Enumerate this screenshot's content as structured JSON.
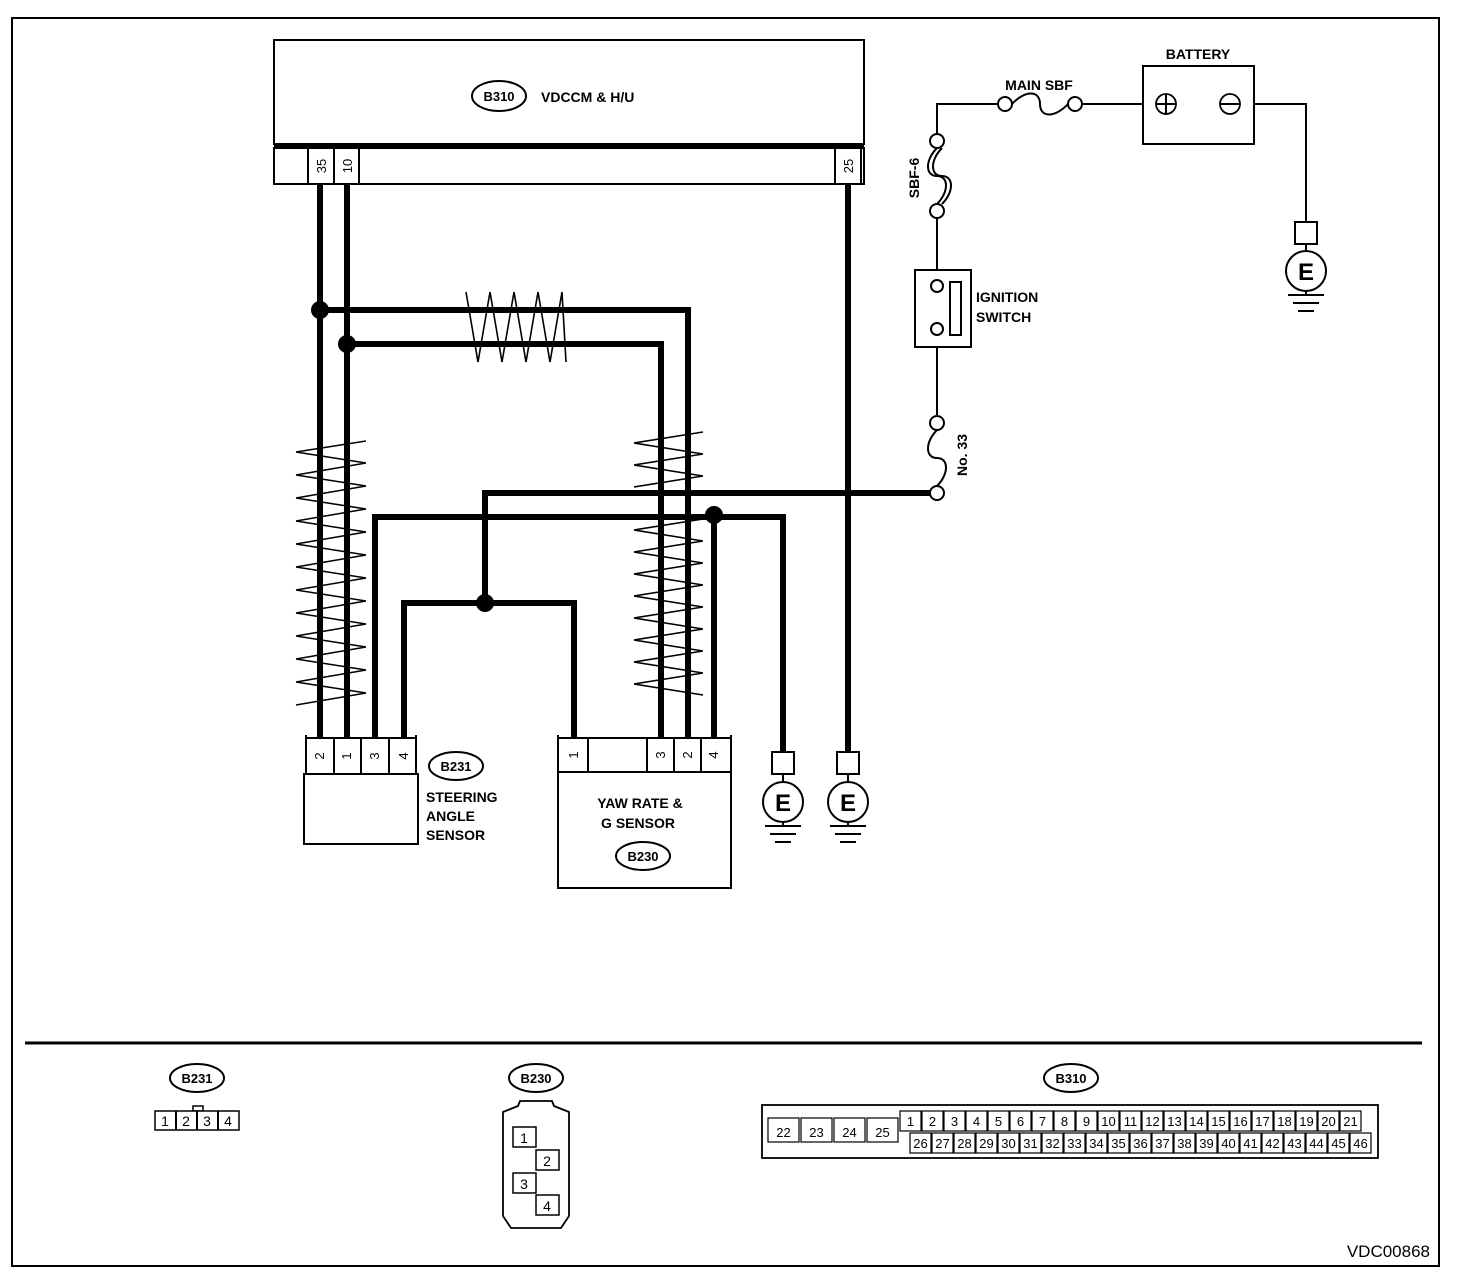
{
  "connectors": {
    "b310": {
      "code": "B310",
      "name": "VDCCM & H/U",
      "pins": [
        "35",
        "10",
        "25"
      ]
    },
    "b231": {
      "code": "B231",
      "name_lines": [
        "STEERING",
        "ANGLE",
        "SENSOR"
      ],
      "pins": [
        "2",
        "1",
        "3",
        "4"
      ]
    },
    "b230": {
      "code": "B230",
      "name_lines": [
        "YAW RATE &",
        "G SENSOR"
      ],
      "pins": [
        "1",
        "3",
        "2",
        "4"
      ]
    }
  },
  "power": {
    "battery": "BATTERY",
    "main_sbf": "MAIN SBF",
    "sbf6": "SBF-6",
    "ignition_switch": [
      "IGNITION",
      "SWITCH"
    ],
    "fuse": "No. 33"
  },
  "ground_label": "E",
  "legend": {
    "b231": {
      "code": "B231",
      "pins": [
        "1",
        "2",
        "3",
        "4"
      ]
    },
    "b230": {
      "code": "B230",
      "pins": [
        "1",
        "2",
        "3",
        "4"
      ]
    },
    "b310": {
      "code": "B310",
      "left_pins": [
        "22",
        "23",
        "24",
        "25"
      ],
      "top_pins": [
        "1",
        "2",
        "3",
        "4",
        "5",
        "6",
        "7",
        "8",
        "9",
        "10",
        "11",
        "12",
        "13",
        "14",
        "15",
        "16",
        "17",
        "18",
        "19",
        "20",
        "21"
      ],
      "bottom_pins": [
        "26",
        "27",
        "28",
        "29",
        "30",
        "31",
        "32",
        "33",
        "34",
        "35",
        "36",
        "37",
        "38",
        "39",
        "40",
        "41",
        "42",
        "43",
        "44",
        "45",
        "46"
      ]
    }
  },
  "figure_id": "VDC00868"
}
